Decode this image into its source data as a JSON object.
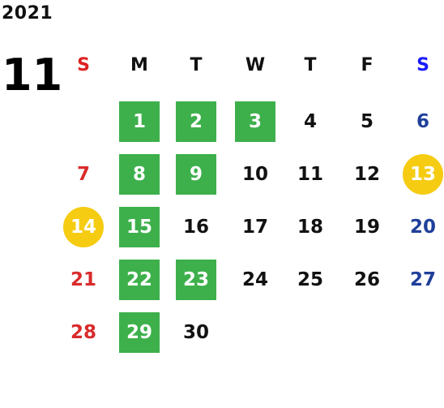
{
  "year": "2021",
  "month": "11",
  "weekday_headers": [
    "S",
    "M",
    "T",
    "W",
    "T",
    "F",
    "S"
  ],
  "days": [
    {
      "label": "1",
      "col": 1,
      "row": 0,
      "style": "green"
    },
    {
      "label": "2",
      "col": 2,
      "row": 0,
      "style": "green"
    },
    {
      "label": "3",
      "col": 3,
      "row": 0,
      "style": "green"
    },
    {
      "label": "4",
      "col": 4,
      "row": 0,
      "style": "plain"
    },
    {
      "label": "5",
      "col": 5,
      "row": 0,
      "style": "plain"
    },
    {
      "label": "6",
      "col": 6,
      "row": 0,
      "style": "plain"
    },
    {
      "label": "7",
      "col": 0,
      "row": 1,
      "style": "plain"
    },
    {
      "label": "8",
      "col": 1,
      "row": 1,
      "style": "green"
    },
    {
      "label": "9",
      "col": 2,
      "row": 1,
      "style": "green"
    },
    {
      "label": "10",
      "col": 3,
      "row": 1,
      "style": "plain"
    },
    {
      "label": "11",
      "col": 4,
      "row": 1,
      "style": "plain"
    },
    {
      "label": "12",
      "col": 5,
      "row": 1,
      "style": "plain"
    },
    {
      "label": "13",
      "col": 6,
      "row": 1,
      "style": "gold"
    },
    {
      "label": "14",
      "col": 0,
      "row": 2,
      "style": "gold"
    },
    {
      "label": "15",
      "col": 1,
      "row": 2,
      "style": "green"
    },
    {
      "label": "16",
      "col": 2,
      "row": 2,
      "style": "plain"
    },
    {
      "label": "17",
      "col": 3,
      "row": 2,
      "style": "plain"
    },
    {
      "label": "18",
      "col": 4,
      "row": 2,
      "style": "plain"
    },
    {
      "label": "19",
      "col": 5,
      "row": 2,
      "style": "plain"
    },
    {
      "label": "20",
      "col": 6,
      "row": 2,
      "style": "plain"
    },
    {
      "label": "21",
      "col": 0,
      "row": 3,
      "style": "plain"
    },
    {
      "label": "22",
      "col": 1,
      "row": 3,
      "style": "green"
    },
    {
      "label": "23",
      "col": 2,
      "row": 3,
      "style": "green"
    },
    {
      "label": "24",
      "col": 3,
      "row": 3,
      "style": "plain"
    },
    {
      "label": "25",
      "col": 4,
      "row": 3,
      "style": "plain"
    },
    {
      "label": "26",
      "col": 5,
      "row": 3,
      "style": "plain"
    },
    {
      "label": "27",
      "col": 6,
      "row": 3,
      "style": "plain"
    },
    {
      "label": "28",
      "col": 0,
      "row": 4,
      "style": "plain"
    },
    {
      "label": "29",
      "col": 1,
      "row": 4,
      "style": "green"
    },
    {
      "label": "30",
      "col": 2,
      "row": 4,
      "style": "plain"
    }
  ],
  "colors": {
    "highlight_green": "#3db04b",
    "highlight_gold": "#f5cc12",
    "sunday_header": "#e02020",
    "saturday_header": "#1a1aff",
    "sunday_day": "#d92b2b",
    "saturday_day": "#1f3f9a",
    "text": "#111111"
  }
}
